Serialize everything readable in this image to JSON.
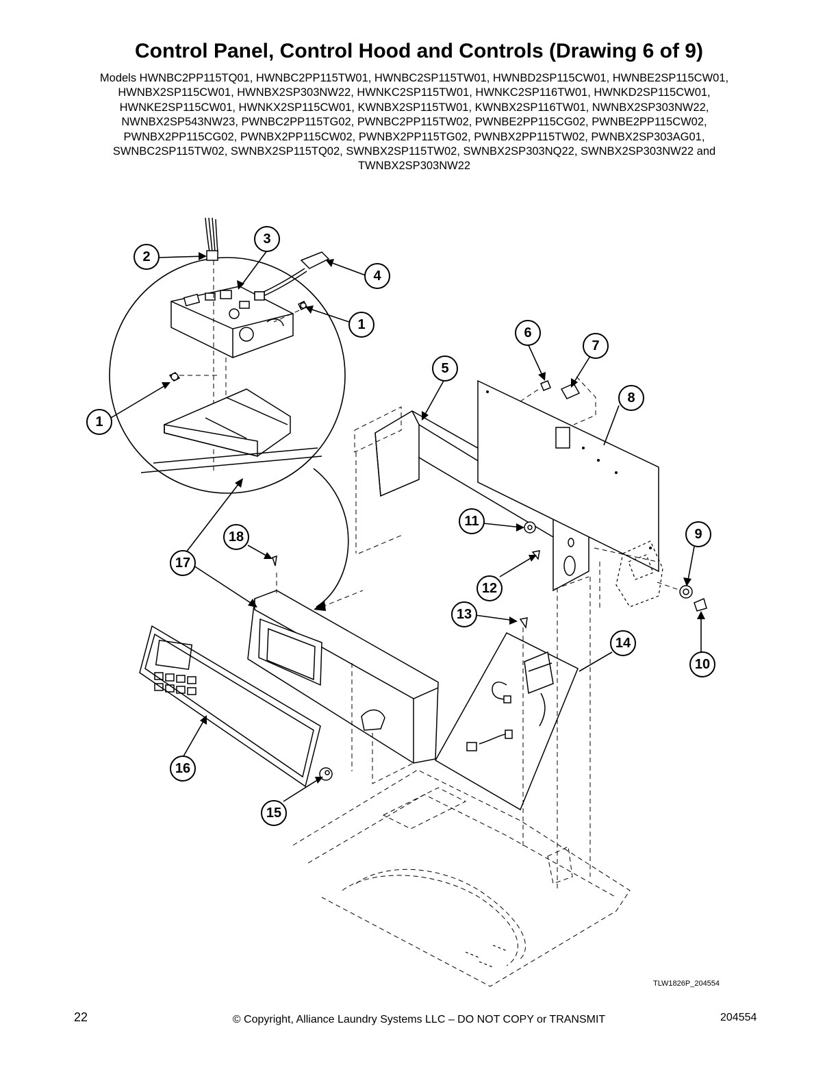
{
  "page": {
    "title": "Control Panel, Control Hood and Controls (Drawing 6 of 9)",
    "models_text": "Models HWNBC2PP115TQ01, HWNBC2PP115TW01, HWNBC2SP115TW01, HWNBD2SP115CW01, HWNBE2SP115CW01, HWNBX2SP115CW01, HWNBX2SP303NW22, HWNKC2SP115TW01, HWNKC2SP116TW01, HWNKD2SP115CW01, HWNKE2SP115CW01, HWNKX2SP115CW01, KWNBX2SP115TW01, KWNBX2SP116TW01, NWNBX2SP303NW22, NWNBX2SP543NW23, PWNBC2PP115TG02, PWNBC2PP115TW02, PWNBE2PP115CG02, PWNBE2PP115CW02, PWNBX2PP115CG02, PWNBX2PP115CW02, PWNBX2PP115TG02, PWNBX2PP115TW02, PWNBX2SP303AG01, SWNBC2SP115TW02, SWNBX2SP115TQ02, SWNBX2SP115TW02, SWNBX2SP303NQ22, SWNBX2SP303NW22 and TWNBX2SP303NW22"
  },
  "diagram": {
    "drawing_code": "TLW1826P_204554",
    "callouts": {
      "c1a": "1",
      "c1b": "1",
      "c2": "2",
      "c3": "3",
      "c4": "4",
      "c5": "5",
      "c6": "6",
      "c7": "7",
      "c8": "8",
      "c9": "9",
      "c10": "10",
      "c11": "11",
      "c12": "12",
      "c13": "13",
      "c14": "14",
      "c15": "15",
      "c16": "16",
      "c17": "17",
      "c18": "18"
    }
  },
  "footer": {
    "page_number": "22",
    "copyright": "© Copyright, Alliance Laundry Systems LLC – DO NOT COPY or TRANSMIT",
    "doc_number": "204554"
  }
}
